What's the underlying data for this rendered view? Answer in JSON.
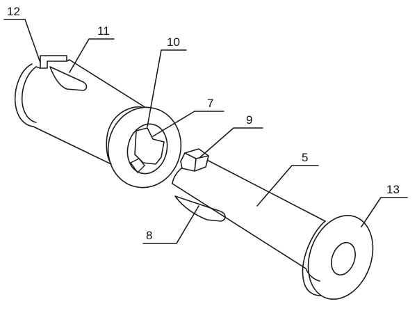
{
  "diagram": {
    "labels": {
      "part_12": "12",
      "part_11": "11",
      "part_10": "10",
      "part_7": "7",
      "part_9": "9",
      "part_5": "5",
      "part_13": "13",
      "part_8": "8"
    }
  }
}
